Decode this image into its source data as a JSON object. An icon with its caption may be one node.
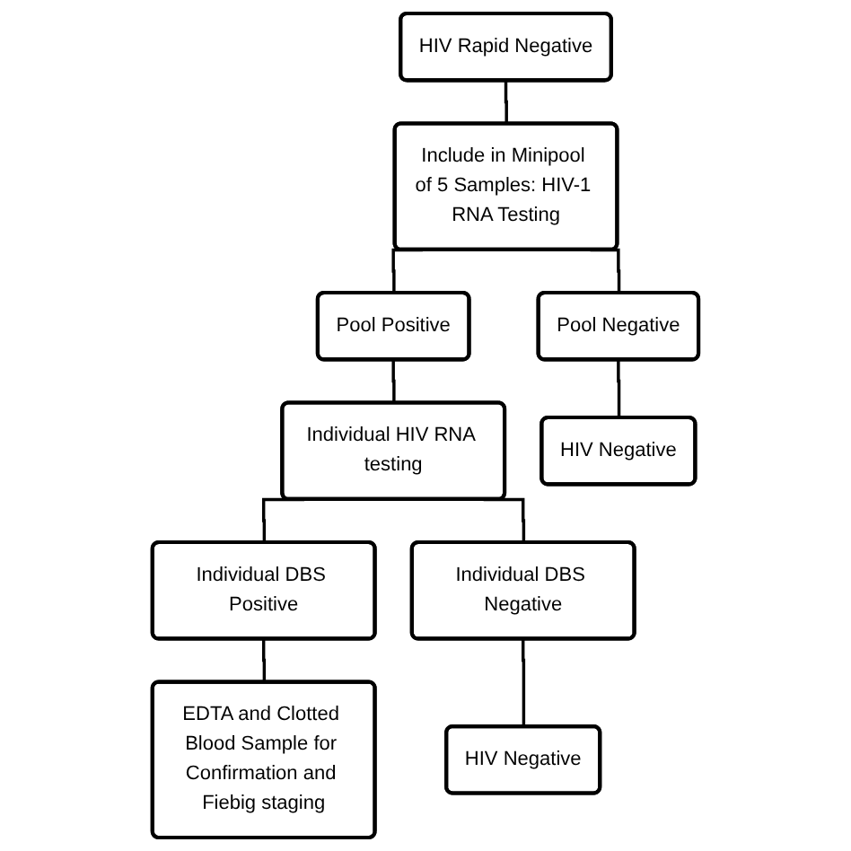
{
  "diagram": {
    "nodes": [
      {
        "text": [
          "HIV Rapid Negative"
        ]
      },
      {
        "text": [
          "Include in Minipool of 5 Samples: HIV-1 RNA Testing"
        ]
      },
      {
        "text": [
          "Pool Positive"
        ]
      },
      {
        "text": [
          "Pool Negative"
        ]
      },
      {
        "text": [
          "Individual HIV RNA testing"
        ]
      },
      {
        "text": [
          "HIV Negative"
        ]
      },
      {
        "text": [
          "Individual DBS Positive"
        ]
      },
      {
        "text": [
          "Individual DBS Negative"
        ]
      },
      {
        "text": [
          "EDTA and Clotted Blood Sample for Confirmation and Fiebig staging"
        ]
      },
      {
        "text": [
          "HIV Negative"
        ]
      }
    ],
    "edges": [
      {
        "from": 0,
        "to": 1,
        "arrow": "none"
      },
      {
        "from": 1,
        "to": 2,
        "arrow": "none"
      },
      {
        "from": 1,
        "to": 3,
        "arrow": "none"
      },
      {
        "from": 2,
        "to": 4,
        "arrow": "none"
      },
      {
        "from": 3,
        "to": 5,
        "arrow": "none"
      },
      {
        "from": 4,
        "to": 6,
        "arrow": "none"
      },
      {
        "from": 4,
        "to": 7,
        "arrow": "none"
      },
      {
        "from": 6,
        "to": 8,
        "arrow": "none"
      },
      {
        "from": 7,
        "to": 9,
        "arrow": "none"
      }
    ]
  }
}
